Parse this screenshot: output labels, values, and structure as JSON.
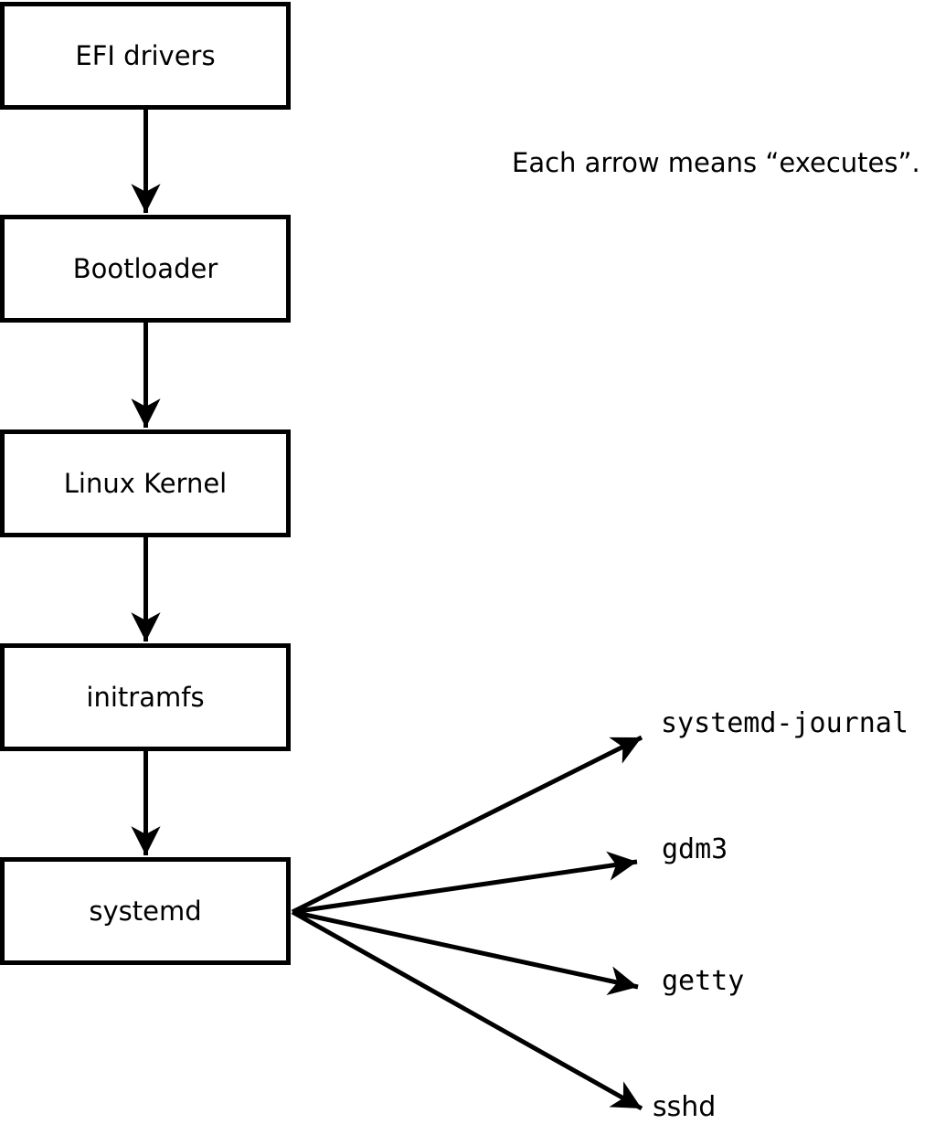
{
  "annotation": "Each arrow means “executes”.",
  "chain": [
    {
      "label": "EFI drivers"
    },
    {
      "label": "Bootloader"
    },
    {
      "label": "Linux Kernel"
    },
    {
      "label": "initramfs"
    },
    {
      "label": "systemd"
    }
  ],
  "targets": [
    {
      "label": "systemd-journal"
    },
    {
      "label": "gdm3"
    },
    {
      "label": "getty"
    },
    {
      "label": "sshd"
    }
  ],
  "edges": [
    {
      "from": "EFI drivers",
      "to": "Bootloader",
      "relation": "executes"
    },
    {
      "from": "Bootloader",
      "to": "Linux Kernel",
      "relation": "executes"
    },
    {
      "from": "Linux Kernel",
      "to": "initramfs",
      "relation": "executes"
    },
    {
      "from": "initramfs",
      "to": "systemd",
      "relation": "executes"
    },
    {
      "from": "systemd",
      "to": "systemd-journal",
      "relation": "executes"
    },
    {
      "from": "systemd",
      "to": "gdm3",
      "relation": "executes"
    },
    {
      "from": "systemd",
      "to": "getty",
      "relation": "executes"
    },
    {
      "from": "systemd",
      "to": "sshd",
      "relation": "executes"
    }
  ],
  "colors": {
    "stroke": "#000000",
    "box_background": "#ffffff",
    "text": "#000000",
    "page_background": "#ffffff"
  }
}
